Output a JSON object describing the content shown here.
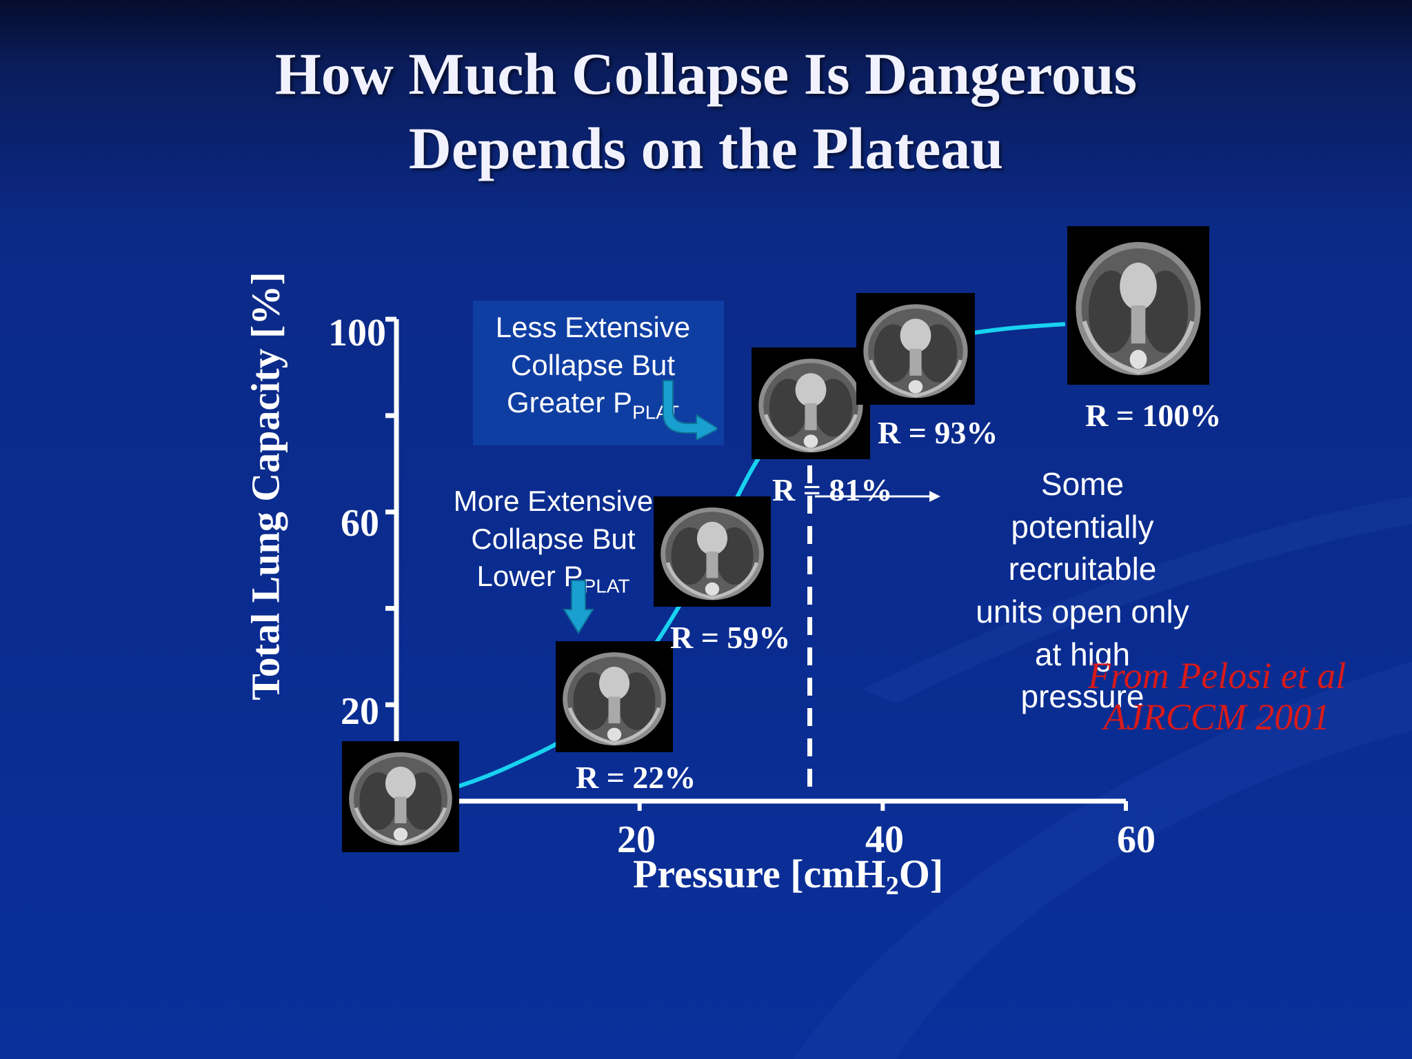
{
  "slide": {
    "title_line1": "How Much Collapse Is Dangerous",
    "title_line2": "Depends on the Plateau"
  },
  "colors": {
    "background": "#0a2a8c",
    "curve": "#18d2f0",
    "citation": "#d81a1a",
    "arrow": "#1aa0d0"
  },
  "axes": {
    "ylabel": "Total Lung Capacity [%]",
    "xlabel_main": "Pressure [cmH",
    "xlabel_sub": "2",
    "xlabel_tail": "O]",
    "yticks": [
      "100",
      "60",
      "20"
    ],
    "xticks": [
      "20",
      "40",
      "60"
    ]
  },
  "callouts": {
    "less_line1": "Less Extensive",
    "less_line2": "Collapse But",
    "less_line3_main": "Greater P",
    "less_line3_sub": "PLAT",
    "more_line1": "More Extensive",
    "more_line2": "Collapse But",
    "more_line3_main": "Lower P",
    "more_line3_sub": "PLAT"
  },
  "note": {
    "line1": "Some",
    "line2": "potentially",
    "line3": "recruitable",
    "line4": "units open only",
    "line5": "at high",
    "line6": "pressure"
  },
  "citation": {
    "line1": "From Pelosi et al",
    "line2": "AJRCCM 2001"
  },
  "chart_data": {
    "type": "line",
    "title": "How Much Collapse Is Dangerous Depends on the Plateau",
    "xlabel": "Pressure [cmH2O]",
    "ylabel": "Total Lung Capacity [%]",
    "xlim": [
      0,
      60
    ],
    "ylim": [
      0,
      100
    ],
    "xticks": [
      20,
      40,
      60
    ],
    "yticks": [
      20,
      60,
      100
    ],
    "grid": false,
    "legend": "none",
    "x": [
      0,
      5,
      10,
      15,
      20,
      25,
      30,
      35,
      40,
      45,
      50,
      55
    ],
    "y": [
      0,
      3,
      8,
      15,
      28,
      48,
      72,
      86,
      92,
      96,
      98,
      99
    ],
    "reference_line": {
      "x": 34,
      "style": "dashed"
    },
    "annotations": [
      {
        "label": "R = 22%",
        "x": 20,
        "y": 28
      },
      {
        "label": "R = 59%",
        "x": 25,
        "y": 48
      },
      {
        "label": "R = 81%",
        "x": 31,
        "y": 72
      },
      {
        "label": "R = 93%",
        "x": 40,
        "y": 92
      },
      {
        "label": "R = 100%",
        "x": 55,
        "y": 99
      }
    ],
    "r_labels": [
      "R = 22%",
      "R = 59%",
      "R = 81%",
      "R = 93%",
      "R = 100%"
    ]
  }
}
